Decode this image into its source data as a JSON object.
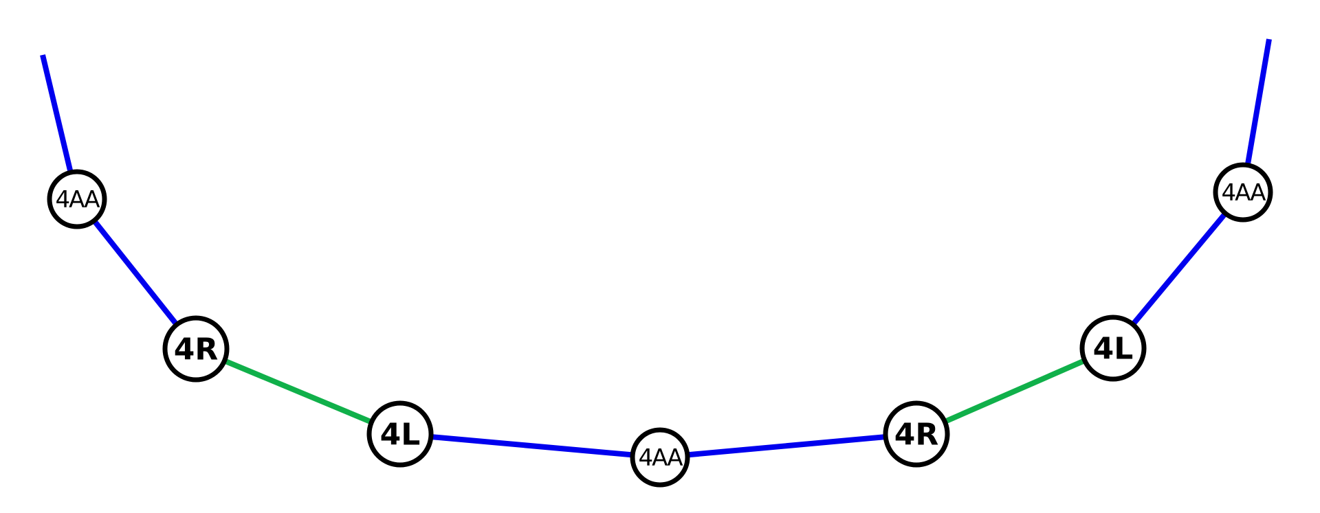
{
  "colors": {
    "blue": "#0000ee",
    "green": "#10b04a",
    "node_stroke": "#000000",
    "background": "#ffffff"
  },
  "nodes": [
    {
      "id": "n1",
      "label": "4AA",
      "style": "thin"
    },
    {
      "id": "n2",
      "label": "4R",
      "style": "bold"
    },
    {
      "id": "n3",
      "label": "4L",
      "style": "bold"
    },
    {
      "id": "n4",
      "label": "4AA",
      "style": "thin"
    },
    {
      "id": "n5",
      "label": "4R",
      "style": "bold"
    },
    {
      "id": "n6",
      "label": "4L",
      "style": "bold"
    },
    {
      "id": "n7",
      "label": "4AA",
      "style": "thin"
    }
  ],
  "edges": [
    {
      "from": "start-left",
      "to": "n1",
      "color": "blue"
    },
    {
      "from": "n1",
      "to": "n2",
      "color": "blue"
    },
    {
      "from": "n2",
      "to": "n3",
      "color": "green"
    },
    {
      "from": "n3",
      "to": "n4",
      "color": "blue"
    },
    {
      "from": "n4",
      "to": "n5",
      "color": "blue"
    },
    {
      "from": "n5",
      "to": "n6",
      "color": "green"
    },
    {
      "from": "n6",
      "to": "n7",
      "color": "blue"
    },
    {
      "from": "n7",
      "to": "end-right",
      "color": "blue"
    }
  ]
}
